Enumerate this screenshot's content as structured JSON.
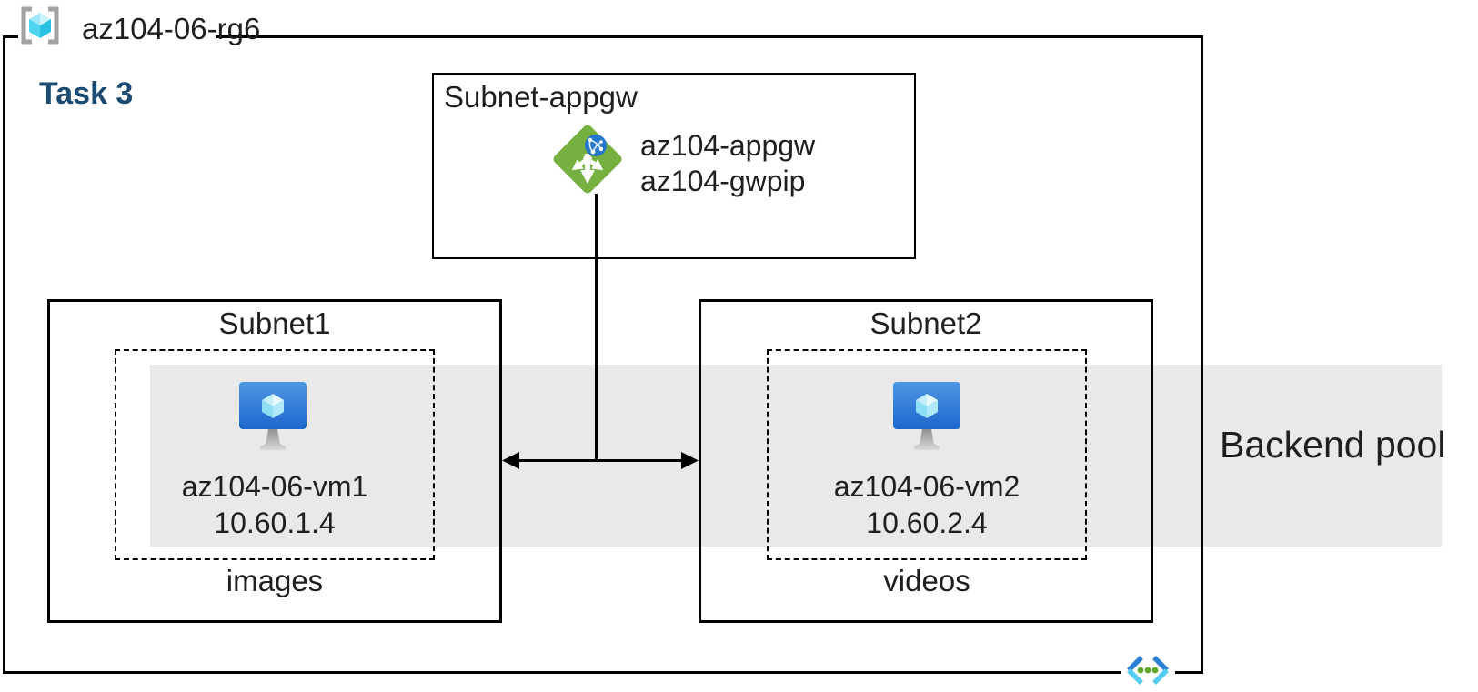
{
  "diagram": {
    "resource_group_label": "az104-06-rg6",
    "task_label": "Task 3",
    "backend_pool_label": "Backend pool"
  },
  "appgw_subnet": {
    "title": "Subnet-appgw",
    "gateway_name": "az104-appgw",
    "gateway_pip_name": "az104-gwpip"
  },
  "subnet1": {
    "title": "Subnet1",
    "vm_name": "az104-06-vm1",
    "vm_ip": "10.60.1.4",
    "container_label": "images"
  },
  "subnet2": {
    "title": "Subnet2",
    "vm_name": "az104-06-vm2",
    "vm_ip": "10.60.2.4",
    "container_label": "videos"
  },
  "icons": {
    "resource_group": "resource-group-icon",
    "application_gateway": "application-gateway-icon",
    "virtual_machine": "virtual-machine-icon",
    "virtual_network": "virtual-network-icon"
  },
  "colors": {
    "task_text": "#1b4a72",
    "appgw_green": "#76b041",
    "vm_screen_blue": "#2068ce",
    "cube_cyan": "#50d8f0",
    "backend_band_gray": "#e9e9e9",
    "vnet_blue": "#2b7fd4",
    "vnet_cyan": "#54cdf4",
    "vnet_dot_green": "#5fa82a",
    "line_black": "#000000"
  }
}
